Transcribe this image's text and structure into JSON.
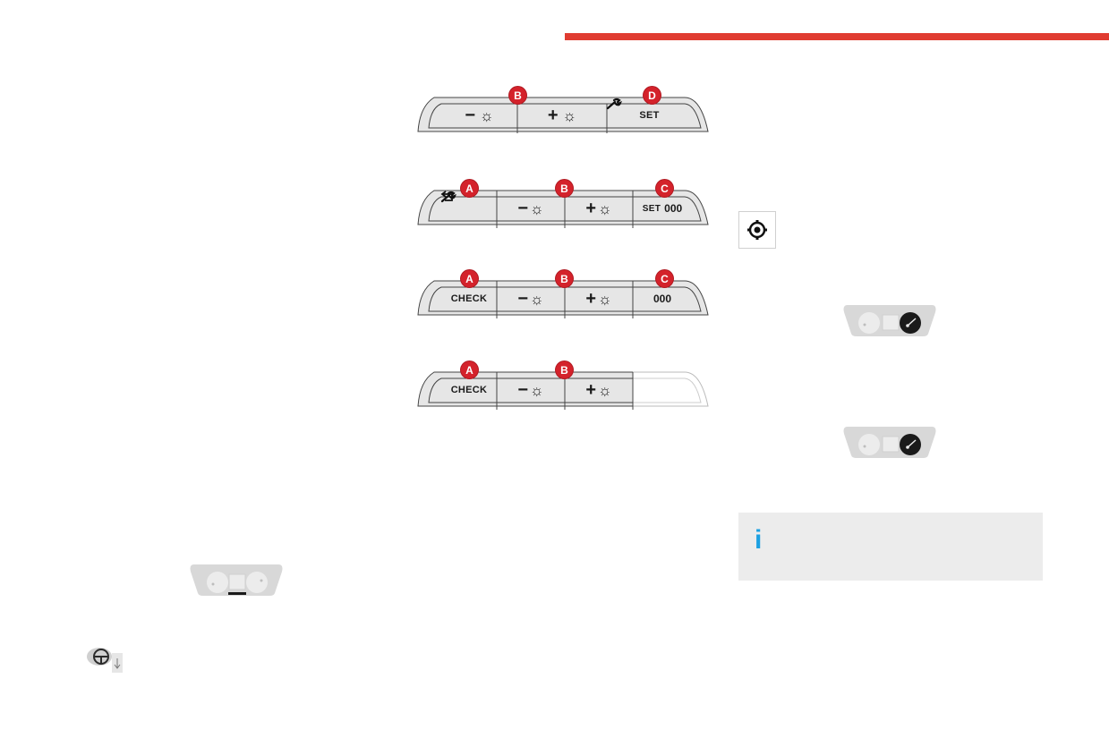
{
  "colors": {
    "accent_bar": "#e03c31",
    "badge": "#d4222b",
    "info_icon": "#1da1e2",
    "info_box": "#ececec"
  },
  "panels": [
    {
      "segments": [
        {
          "symbol": "−",
          "icon": "sun-icon"
        },
        {
          "symbol": "+",
          "icon": "sun-icon"
        },
        {
          "icon": "wrench-icon",
          "text": "SET"
        }
      ],
      "badges": [
        "B",
        "D"
      ]
    },
    {
      "segments": [
        {
          "icon": "return-arrow-icon",
          "icon2": "wrench-icon"
        },
        {
          "symbol": "−",
          "icon": "sun-icon"
        },
        {
          "symbol": "+",
          "icon": "sun-icon"
        },
        {
          "text": "SET",
          "text2": "000"
        }
      ],
      "badges": [
        "A",
        "B",
        "C"
      ]
    },
    {
      "segments": [
        {
          "text": "CHECK"
        },
        {
          "symbol": "−",
          "icon": "sun-icon"
        },
        {
          "symbol": "+",
          "icon": "sun-icon"
        },
        {
          "text": "000"
        }
      ],
      "badges": [
        "A",
        "B",
        "C"
      ]
    },
    {
      "segments": [
        {
          "text": "CHECK"
        },
        {
          "symbol": "−",
          "icon": "sun-icon"
        },
        {
          "symbol": "+",
          "icon": "sun-icon"
        }
      ],
      "badges": [
        "A",
        "B"
      ]
    }
  ],
  "info": {
    "icon_glyph": "i",
    "icon": "info-icon"
  },
  "icons": {
    "gear": "settings-gear-icon",
    "cluster": "instrument-cluster-icon",
    "steering": "steering-wheel-adjust-icon",
    "sun_glyph": "☼"
  }
}
